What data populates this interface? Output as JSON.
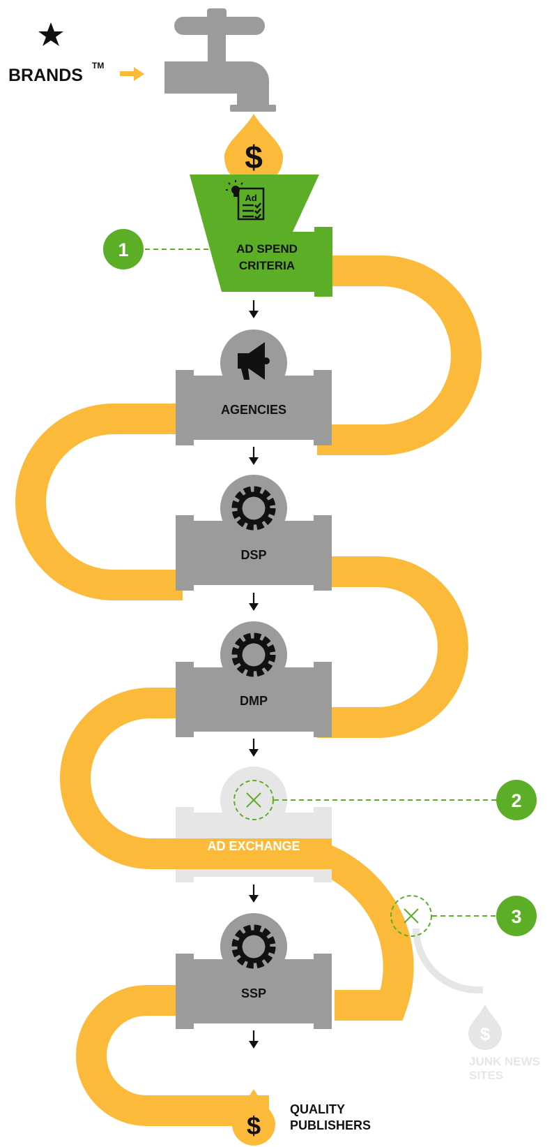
{
  "brand": {
    "label": "BRANDS",
    "trademark": "TM",
    "icon": "star-icon"
  },
  "stages": [
    {
      "id": "criteria",
      "label_lines": [
        "AD SPEND",
        "CRITERIA"
      ],
      "icon": "ad-checklist-icon",
      "marker": "1"
    },
    {
      "id": "agencies",
      "label": "AGENCIES",
      "icon": "megaphone-icon"
    },
    {
      "id": "dsp",
      "label": "DSP",
      "icon": "gear-icon"
    },
    {
      "id": "dmp",
      "label": "DMP",
      "icon": "gear-icon"
    },
    {
      "id": "ad-exchange",
      "label": "AD EXCHANGE",
      "icon": "blocked-x-icon",
      "marker": "2",
      "bypassed": true
    },
    {
      "id": "ssp",
      "label": "SSP",
      "icon": "gear-icon"
    }
  ],
  "markers": [
    "1",
    "2",
    "3"
  ],
  "ad_icon_text": "Ad",
  "currency_symbol": "$",
  "junk_news_sites": {
    "label_lines": [
      "JUNK NEWS",
      "SITES"
    ],
    "marker": "3"
  },
  "quality_publishers": {
    "label_lines": [
      "QUALITY",
      "PUBLISHERS"
    ]
  },
  "colors": {
    "pipe": "#FBBA3A",
    "gray": "#9B9B9B",
    "green": "#5BAE26",
    "faded": "#E6E6E6",
    "dark": "#111111",
    "white": "#ffffff"
  }
}
